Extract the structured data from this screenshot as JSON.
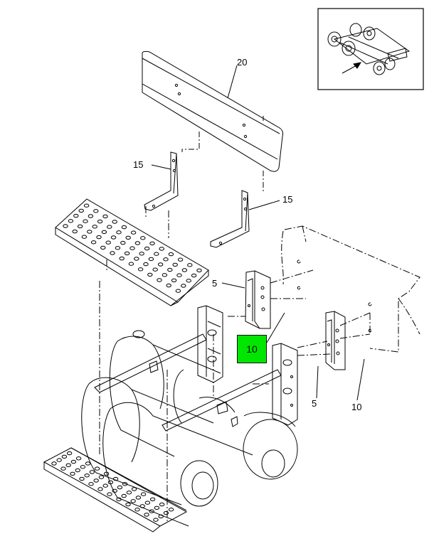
{
  "callouts": {
    "c20": "20",
    "c15a": "15",
    "c15b": "15",
    "c5a": "5",
    "c5b": "5",
    "c10a": "10",
    "c10b": "10"
  },
  "highlight": {
    "label": "10",
    "color": "#00e600"
  }
}
